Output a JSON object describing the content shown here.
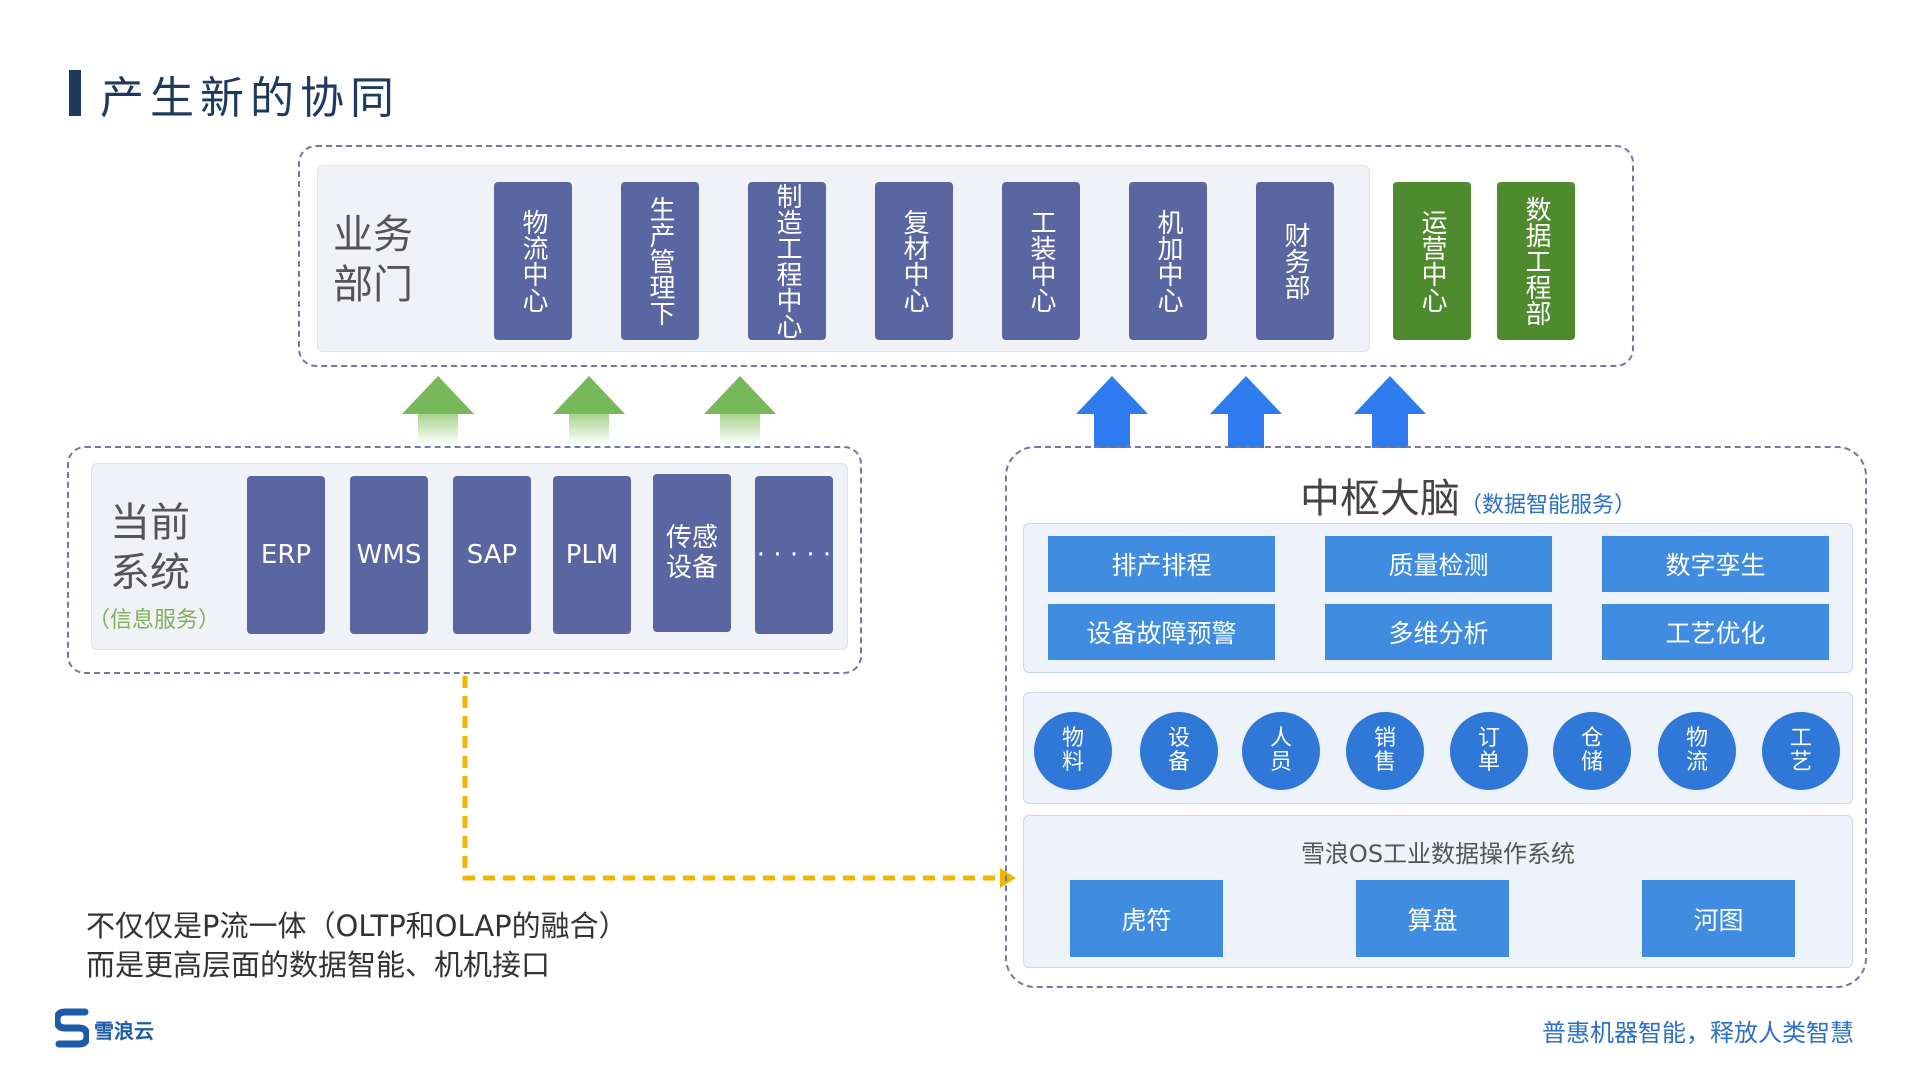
{
  "page_title": "产生新的协同",
  "business": {
    "label_line1": "业务",
    "label_line2": "部门",
    "departments": [
      {
        "label": "物流中心"
      },
      {
        "label": "生产管理下"
      },
      {
        "label": "制造工程中心"
      },
      {
        "label": "复材中心"
      },
      {
        "label": "工装中心"
      },
      {
        "label": "机加中心"
      },
      {
        "label": "财务部"
      }
    ],
    "new_departments": [
      {
        "label": "运营中心"
      },
      {
        "label": "数据工程部"
      }
    ]
  },
  "current_systems": {
    "label_line1": "当前",
    "label_line2": "系统",
    "sub_label": "（信息服务）",
    "items": [
      {
        "label": "ERP"
      },
      {
        "label": "WMS"
      },
      {
        "label": "SAP"
      },
      {
        "label": "PLM"
      },
      {
        "label": "传感设备"
      },
      {
        "label": "· · · · ·"
      }
    ]
  },
  "brain": {
    "title": "中枢大脑",
    "subtitle": "（数据智能服务）",
    "services": [
      {
        "label": "排产排程"
      },
      {
        "label": "质量检测"
      },
      {
        "label": "数字孪生"
      },
      {
        "label": "设备故障预警"
      },
      {
        "label": "多维分析"
      },
      {
        "label": "工艺优化"
      }
    ],
    "data_domains": [
      {
        "label": "物料"
      },
      {
        "label": "设备"
      },
      {
        "label": "人员"
      },
      {
        "label": "销售"
      },
      {
        "label": "订单"
      },
      {
        "label": "仓储"
      },
      {
        "label": "物流"
      },
      {
        "label": "工艺"
      }
    ],
    "os_title": "雪浪OS工业数据操作系统",
    "os_components": [
      {
        "label": "虎符"
      },
      {
        "label": "算盘"
      },
      {
        "label": "河图"
      }
    ]
  },
  "bottom_text": {
    "line1": "不仅仅是P流一体（OLTP和OLAP的融合）",
    "line2": "而是更高层面的数据智能、机机接口"
  },
  "footer": {
    "logo_text": "雪浪云",
    "slogan": "普惠机器智能，释放人类智慧"
  },
  "colors": {
    "dept_blue": "#5a66a2",
    "dept_green": "#4f8a2f",
    "service_blue": "#3f8ce0",
    "arrow_green": "#77b85a",
    "arrow_blue": "#2e7cf0",
    "flow_yellow": "#f2b600"
  }
}
